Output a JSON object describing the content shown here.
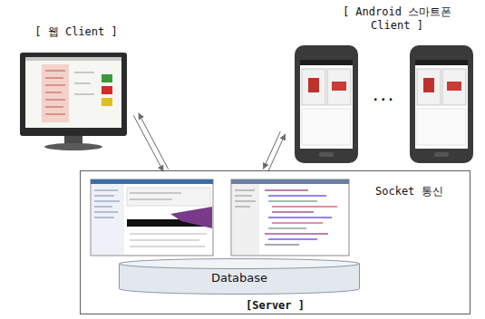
{
  "diagram": {
    "nodes": [
      {
        "text": [
          "[ 웹 Client ]"
        ]
      },
      {
        "text": [
          "[ Android 스마트폰 Client ]"
        ]
      },
      {
        "text": [
          "[Server ]"
        ]
      },
      {
        "text": [
          "Database"
        ],
        "in": 2
      }
    ],
    "edges": [
      {
        "from": 0,
        "to": 2,
        "arrow": "both"
      },
      {
        "from": 1,
        "to": 2,
        "label": "Socket 통신",
        "arrow": "both"
      }
    ],
    "labels": [
      "..."
    ]
  }
}
